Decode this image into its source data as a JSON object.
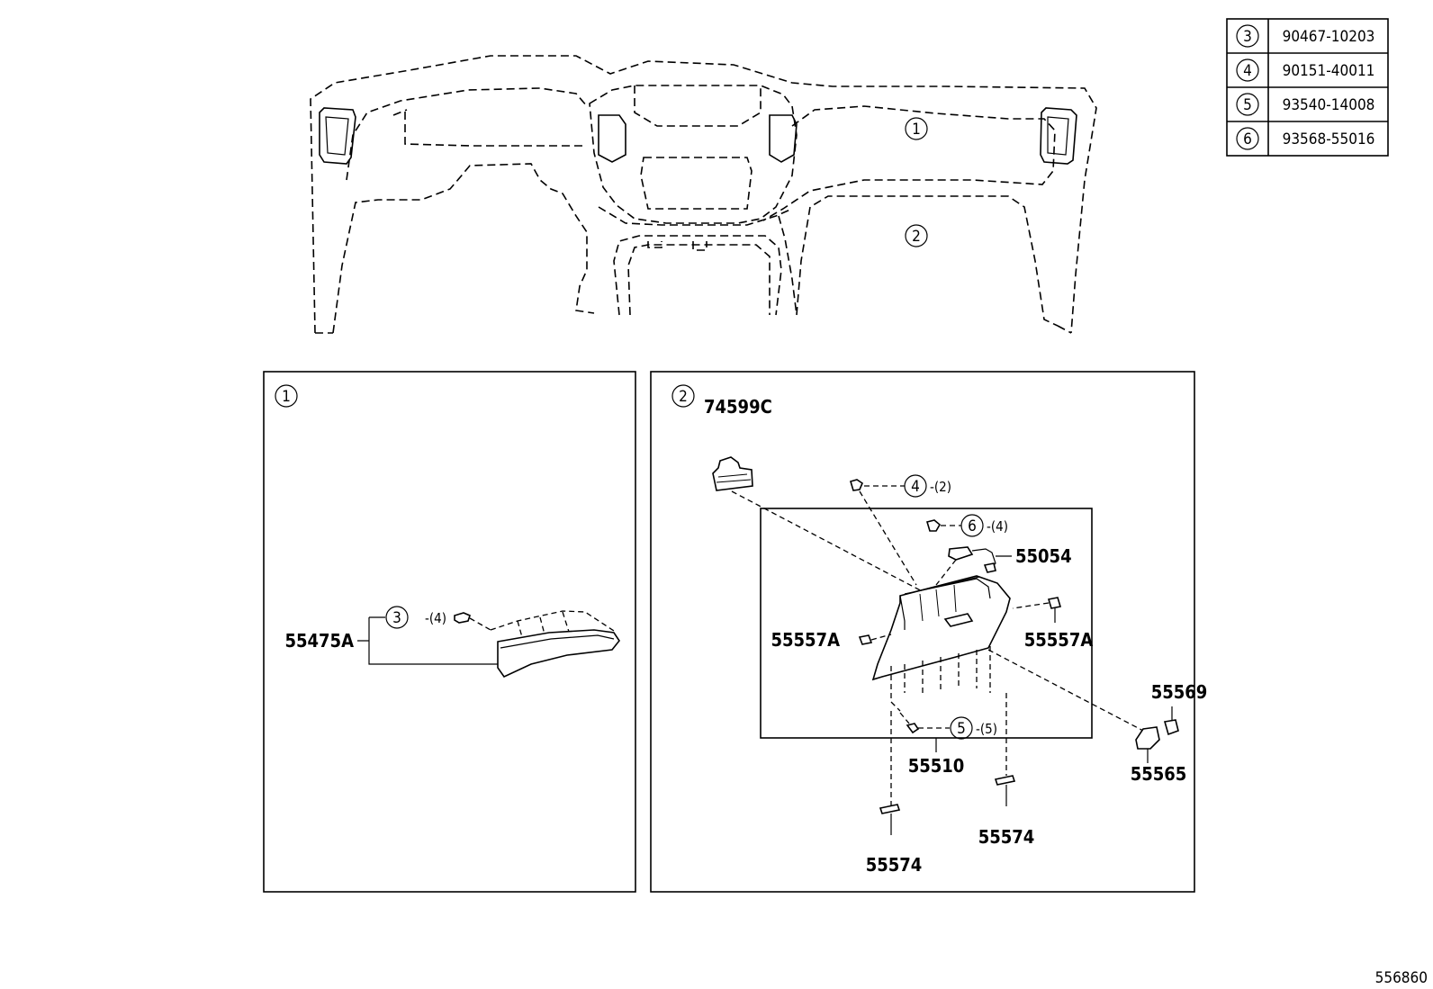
{
  "parts_table": [
    {
      "num": "3",
      "code": "90467-10203"
    },
    {
      "num": "4",
      "code": "90151-40011"
    },
    {
      "num": "5",
      "code": "93540-14008"
    },
    {
      "num": "6",
      "code": "93568-55016"
    }
  ],
  "overview": {
    "callout_1": "1",
    "callout_2": "2"
  },
  "panel_1": {
    "number": "1",
    "part_55475A": "55475A",
    "ref_3": "3",
    "qty_3": "-(4)"
  },
  "panel_2": {
    "number": "2",
    "part_74599C": "74599C",
    "ref_4": "4",
    "qty_4": "-(2)",
    "ref_6": "6",
    "qty_6": "-(4)",
    "part_55054": "55054",
    "part_55557A_left": "55557A",
    "part_55557A_right": "55557A",
    "ref_5": "5",
    "qty_5": "-(5)",
    "part_55510": "55510",
    "part_55569": "55569",
    "part_55565": "55565",
    "part_55574_left": "55574",
    "part_55574_right": "55574"
  },
  "figure_id": "556860"
}
